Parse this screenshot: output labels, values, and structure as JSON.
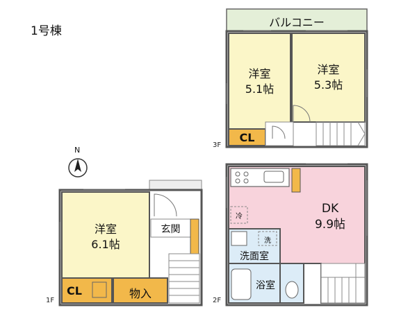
{
  "building_title": "1号棟",
  "north_label": "N",
  "floors": {
    "f3": {
      "label": "3F",
      "balcony": "バルコニー",
      "room_left": {
        "name": "洋室",
        "size": "5.1帖"
      },
      "room_right": {
        "name": "洋室",
        "size": "5.3帖"
      },
      "closet": "CL"
    },
    "f2": {
      "label": "2F",
      "dk": {
        "name": "DK",
        "size": "9.9帖"
      },
      "fridge": "冷",
      "washer": "洗",
      "washroom": "洗面室",
      "bathroom": "浴室"
    },
    "f1": {
      "label": "1F",
      "room": {
        "name": "洋室",
        "size": "6.1帖"
      },
      "entrance": "玄関",
      "closet": "CL",
      "storage": "物入"
    }
  },
  "colors": {
    "yellow_room": "#fbf6c8",
    "pink_room": "#f8d3dc",
    "blue_room": "#dcecf7",
    "storage_orange": "#f2b84a",
    "balcony_green": "#e4efd8",
    "wall": "#555555"
  }
}
